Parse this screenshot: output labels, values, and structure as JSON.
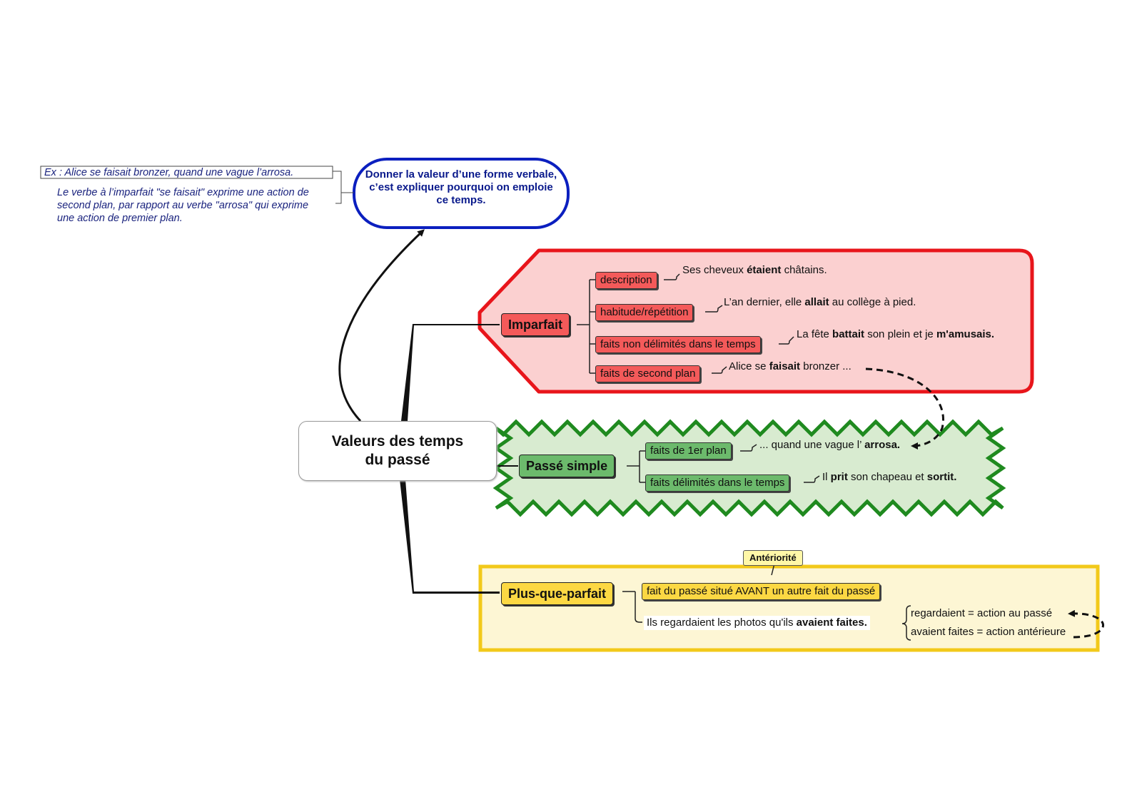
{
  "central": {
    "line1": "Valeurs des temps",
    "line2": "du passé"
  },
  "definition": "Donner la valeur d’une forme verbale, c’est expliquer pourquoi on emploie ce temps.",
  "note": {
    "example": "Ex : Alice se faisait bronzer, quand une vague l’arrosa.",
    "explanation": "Le verbe à l’imparfait \"se faisait\" exprime une action de second plan, par rapport au verbe \"arrosa\" qui exprime une action de premier plan."
  },
  "imparfait": {
    "label": "Imparfait",
    "items": [
      {
        "tag": "description",
        "pre": "Ses cheveux ",
        "bold": "étaient",
        "post": " châtains."
      },
      {
        "tag": "habitude/répétition",
        "pre": "L’an dernier, elle ",
        "bold": "allait",
        "post": " au collège à pied."
      },
      {
        "tag": "faits non délimités dans le temps",
        "pre": "La fête ",
        "bold": "battait",
        "post": " son plein et je ",
        "bold2": "m'amusais."
      },
      {
        "tag": "faits de second plan",
        "pre": "Alice se ",
        "bold": "faisait",
        "post": " bronzer ..."
      }
    ]
  },
  "passe_simple": {
    "label": "Passé simple",
    "items": [
      {
        "tag": "faits de 1er plan",
        "pre": "... quand une vague l’ ",
        "bold": "arrosa."
      },
      {
        "tag": "faits délimités dans le temps",
        "pre": "Il ",
        "bold": "prit",
        "post": " son chapeau et ",
        "bold2": "sortit."
      }
    ]
  },
  "plus_que_parfait": {
    "label": "Plus-que-parfait",
    "callout": "Antériorité",
    "tag": "fait du passé situé AVANT un autre fait du passé",
    "example_pre": "Ils regardaient les photos qu'ils ",
    "example_bold": "avaient faites.",
    "explain1": "regardaient = action au passé",
    "explain2": "avaient faites = action antérieure"
  },
  "colors": {
    "blue": "#0b1fbf",
    "red": "#e8151b",
    "red_fill": "#fbd0d0",
    "green": "#1f8a1f",
    "green_fill": "#d8ebd0",
    "yellow": "#f2c91a",
    "yellow_fill": "#fdf6d4"
  }
}
